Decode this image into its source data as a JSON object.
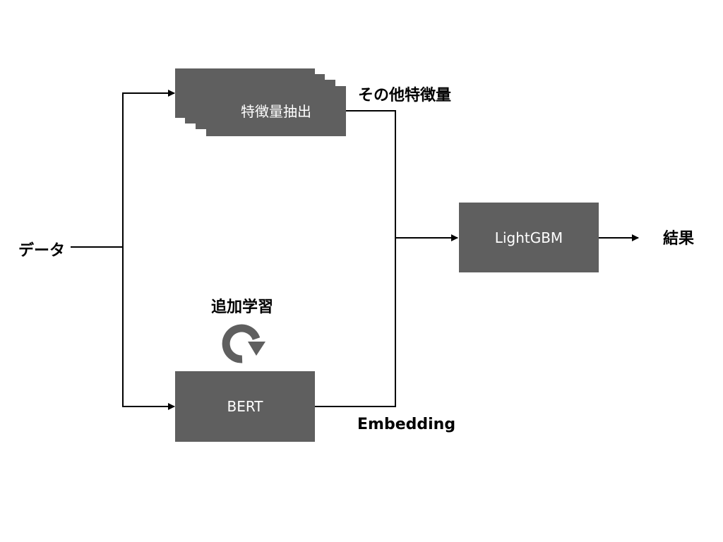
{
  "diagram": {
    "input_label": "データ",
    "feature_box_label": "特徴量抽出",
    "other_features_label": "その他特徴量",
    "bert_box_label": "BERT",
    "finetune_label": "追加学習",
    "embedding_label": "Embedding",
    "lightgbm_box_label": "LightGBM",
    "output_label": "結果",
    "refresh_icon": "refresh-icon",
    "box_color": "#5f5f5f"
  }
}
